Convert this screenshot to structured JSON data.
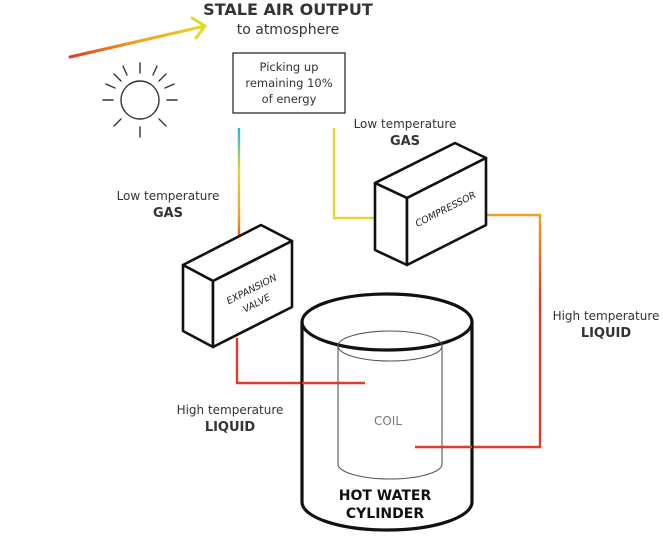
{
  "header": {
    "title": "STALE AIR OUTPUT",
    "subtitle": "to atmosphere"
  },
  "energy_box": {
    "line1": "Picking up",
    "line2": "remaining 10%",
    "line3": "of energy"
  },
  "labels": {
    "left_gas_line1": "Low temperature",
    "left_gas_line2": "GAS",
    "right_gas_line1": "Low temperature",
    "right_gas_line2": "GAS",
    "right_liquid_line1": "High temperature",
    "right_liquid_line2": "LIQUID",
    "bottom_liquid_line1": "High temperature",
    "bottom_liquid_line2": "LIQUID"
  },
  "compressor": {
    "label": "COMPRESSOR"
  },
  "expansion_valve": {
    "line1": "EXPANSION",
    "line2": "VALVE"
  },
  "cylinder": {
    "coil": "COIL",
    "line1": "HOT WATER",
    "line2": "CYLINDER"
  },
  "colors": {
    "cold_gas": "#e1d92a",
    "hot_liquid": "#e03a2a",
    "warm_mid": "#f0a020",
    "cold_blue": "#2ab0e0",
    "stroke": "#2b2b2b",
    "sun": "#333333"
  },
  "icons": [
    "sun-icon",
    "arrow-right-icon"
  ]
}
